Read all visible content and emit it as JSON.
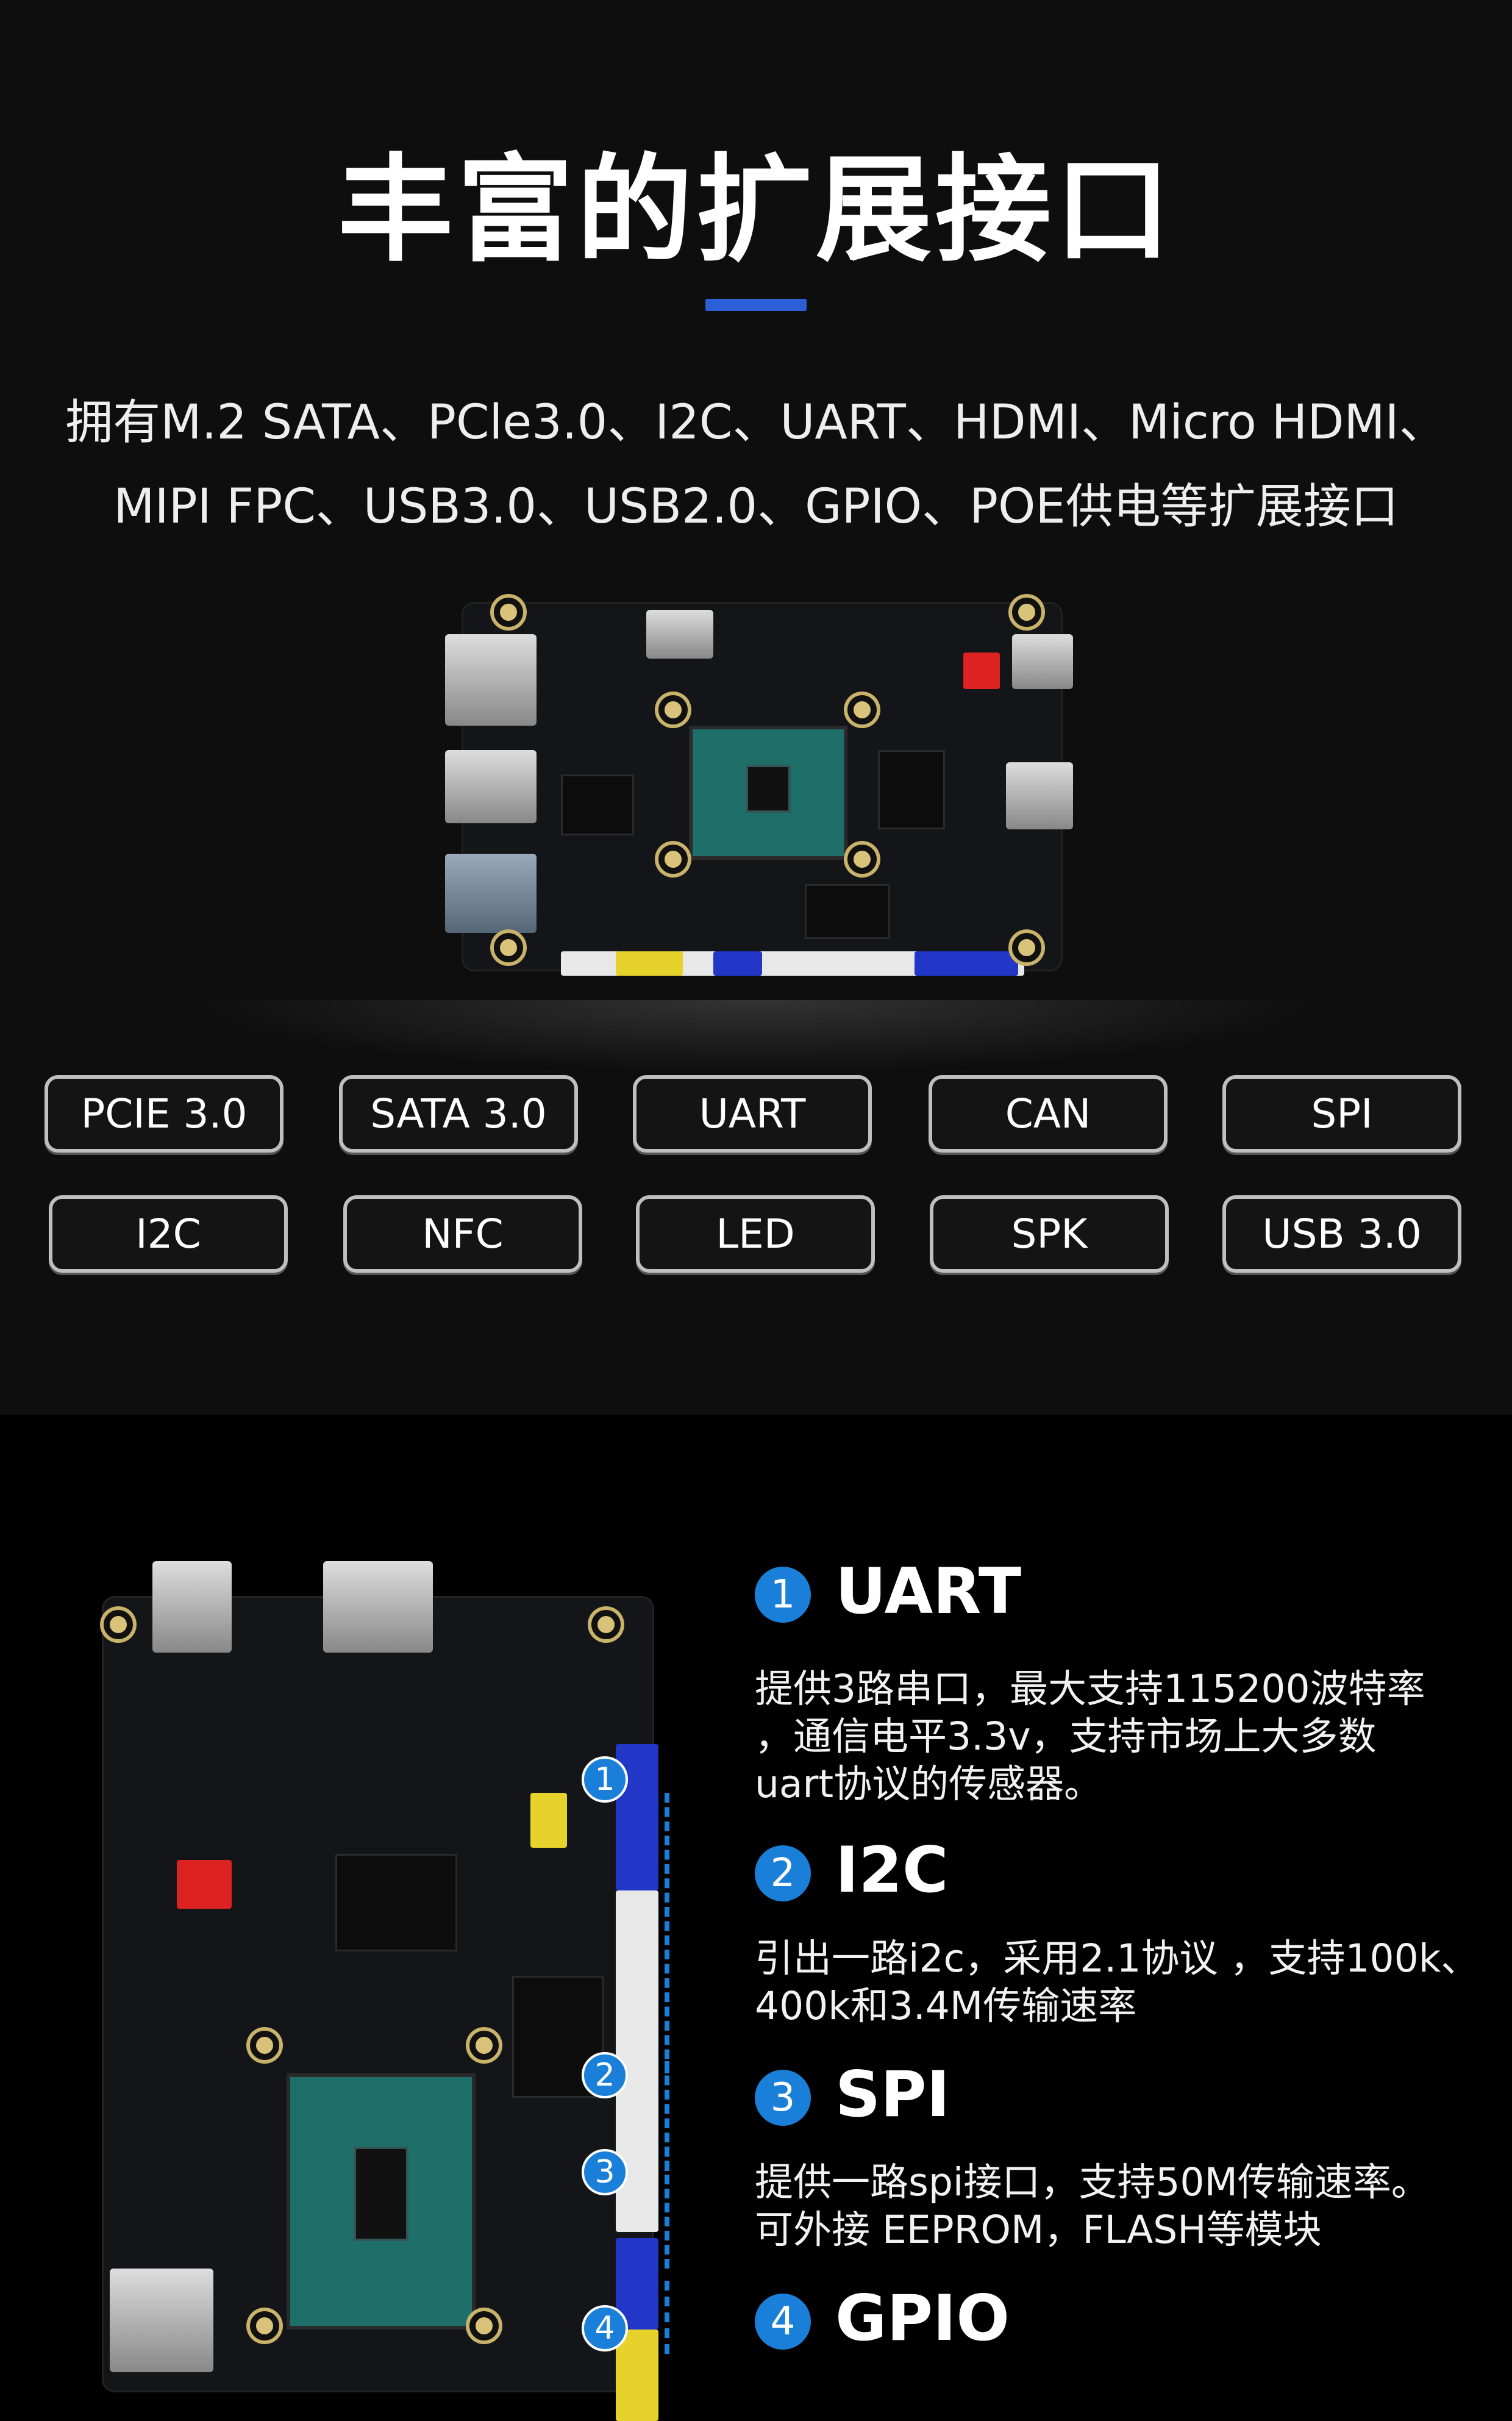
{
  "section1": {
    "title": "丰富的扩展接口",
    "subtitle_lines": [
      "拥有M.2 SATA、PCle3.0、I2C、UART、HDMI、Micro HDMI、",
      "MIPI FPC、USB3.0、USB2.0、GPIO、POE供电等扩展接口"
    ],
    "accent_color": "#2d5fd9",
    "interface_tags": [
      "PCIE 3.0",
      "SATA 3.0",
      "UART",
      "CAN",
      "SPI",
      "I2C",
      "NFC",
      "LED",
      "SPK",
      "USB 3.0"
    ]
  },
  "section2": {
    "accent_color": "#1a7fd8",
    "items": [
      {
        "num": "1",
        "title": "UART",
        "lines": [
          "提供3路串口，最大支持115200波特率",
          "，通信电平3.3v，支持市场上大多数",
          "uart协议的传感器。"
        ]
      },
      {
        "num": "2",
        "title": "I2C",
        "lines": [
          "引出一路i2c，采用2.1协议 ，支持100k、",
          "400k和3.4M传输速率"
        ]
      },
      {
        "num": "3",
        "title": "SPI",
        "lines": [
          "提供一路spi接口，支持50M传输速率。",
          "可外接 EEPROM，FLASH等模块"
        ]
      },
      {
        "num": "4",
        "title": "GPIO",
        "lines": []
      }
    ]
  }
}
